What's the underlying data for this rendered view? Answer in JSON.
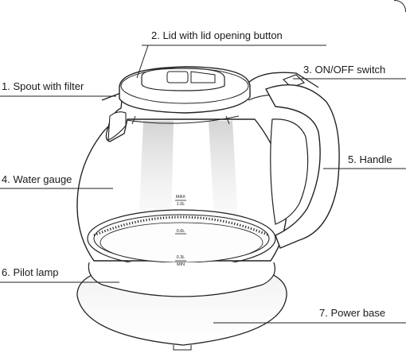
{
  "labels": {
    "l1": "1. Spout with filter",
    "l2": "2. Lid with lid opening button",
    "l3": "3. ON/OFF switch",
    "l4": "4. Water gauge",
    "l5": "5. Handle",
    "l6": "6. Pilot lamp",
    "l7": "7. Power base"
  },
  "gauge": {
    "max_top": "MAX",
    "max_bottom": "1.0L",
    "mid": "0.6L",
    "min_top": "0.3L",
    "min_bottom": "MIN"
  },
  "colors": {
    "stroke": "#222222",
    "glass_shine": "#d8d8d8",
    "line": "#222222"
  }
}
